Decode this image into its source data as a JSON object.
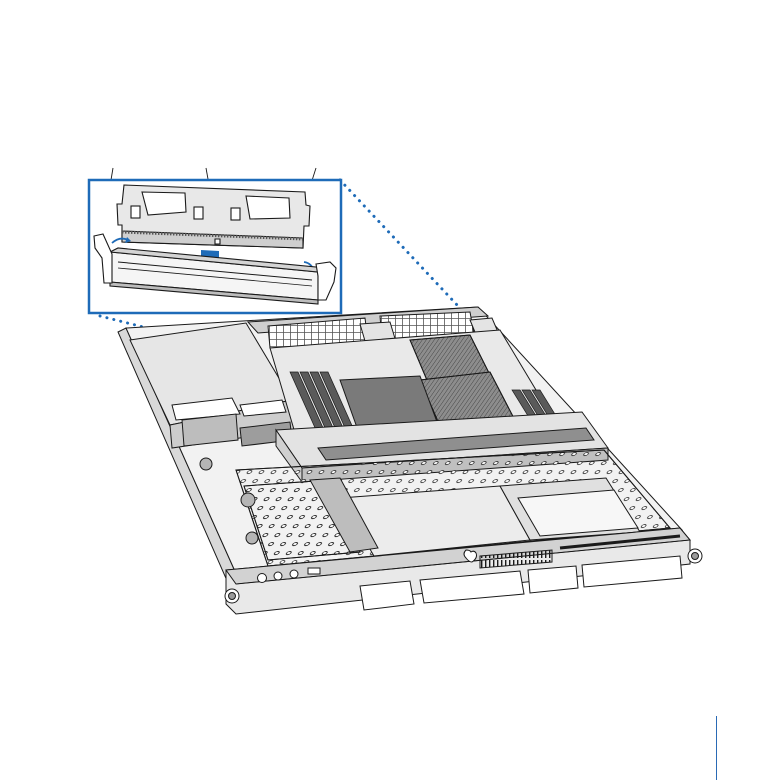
{
  "figure": {
    "description_icons": {
      "callout": "callout-line",
      "insert": "down-arrow-icon",
      "server": "server-chassis",
      "module": "memory-module"
    },
    "colors": {
      "accent": "#1e6bb8",
      "line": "#1a1a1a",
      "gray_dark": "#6e6e6e",
      "gray_mid": "#a9a9a9",
      "gray_light": "#d9d9d9",
      "white": "#ffffff"
    }
  }
}
